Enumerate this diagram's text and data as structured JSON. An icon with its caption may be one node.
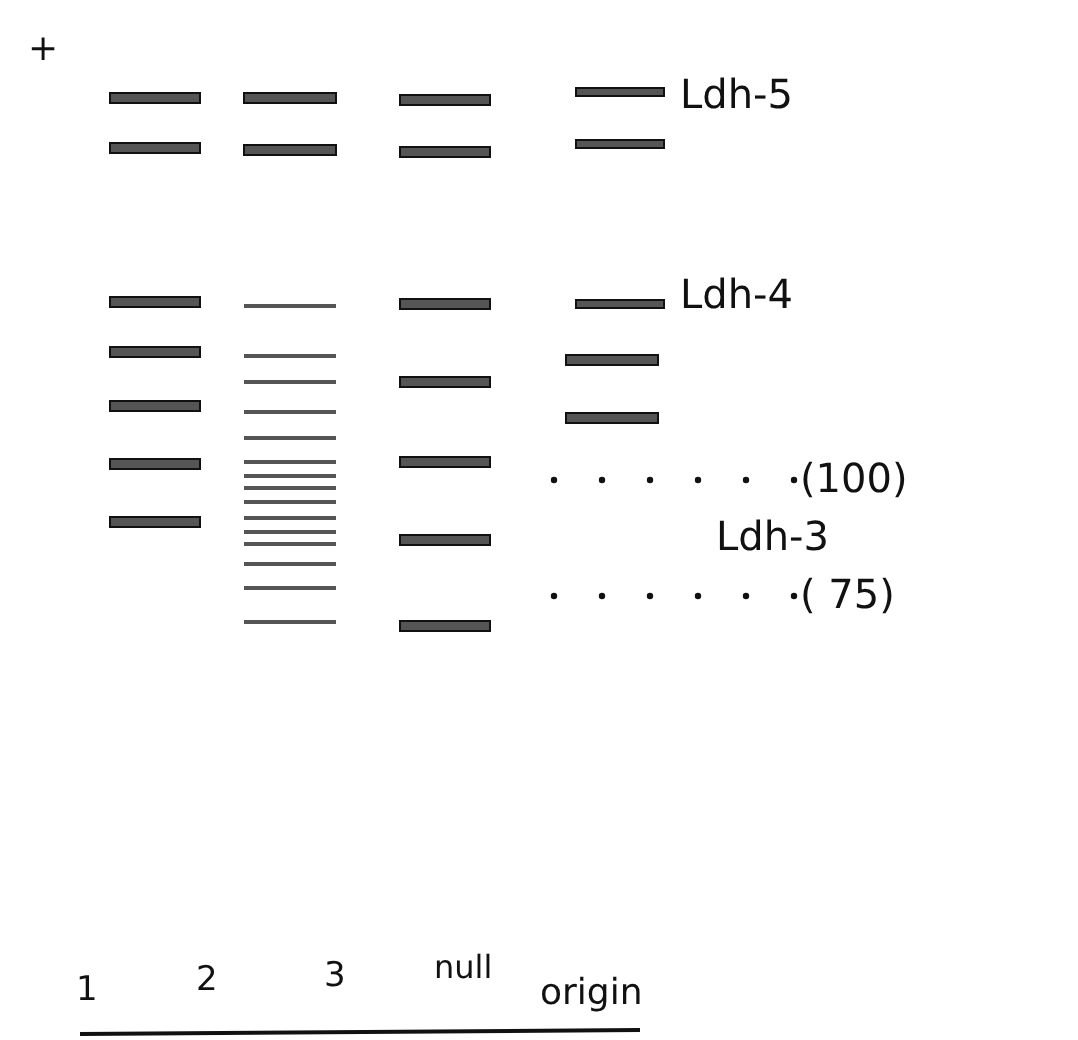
{
  "diagram": {
    "labels": [
      "+",
      "Ldh-5",
      "Ldh-4",
      "(100)",
      "Ldh-3",
      "( 75)",
      "1",
      "2",
      "3",
      "null",
      "origin"
    ]
  }
}
